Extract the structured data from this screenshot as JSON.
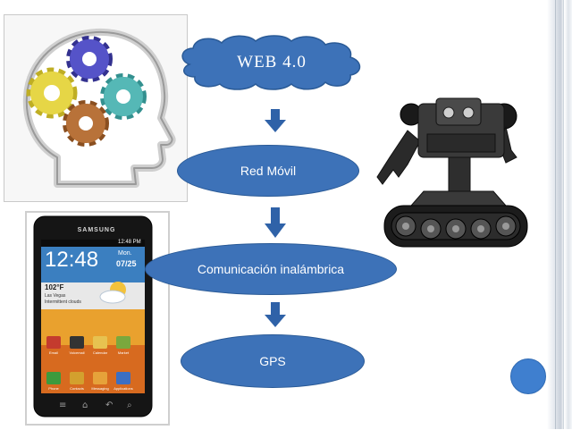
{
  "diagram": {
    "nodes": [
      {
        "id": "web40",
        "label": "WEB 4.0",
        "shape": "cloud"
      },
      {
        "id": "red-movil",
        "label": "Red Móvil",
        "shape": "ellipse"
      },
      {
        "id": "comunicacion",
        "label": "Comunicación inalámbrica",
        "shape": "ellipse"
      },
      {
        "id": "gps",
        "label": "GPS",
        "shape": "ellipse"
      }
    ],
    "edges": [
      {
        "from": "web40",
        "to": "red-movil"
      },
      {
        "from": "red-movil",
        "to": "comunicacion"
      },
      {
        "from": "comunicacion",
        "to": "gps"
      }
    ]
  },
  "phone": {
    "brand": "SAMSUNG",
    "status_time": "12:48 PM",
    "clock": "12:48",
    "date_day": "Mon.",
    "date_num": "07/25",
    "temperature": "102°F",
    "location": "Las Vegas",
    "weather_desc": "Intermittent clouds",
    "apps_row1": [
      "Email",
      "Voicemail",
      "Calendar",
      "Market"
    ],
    "apps_row2": [
      "Phone",
      "Contacts",
      "Messaging",
      "Applications"
    ]
  },
  "colors": {
    "node_fill": "#3d72b8",
    "node_stroke": "#2a5a96",
    "arrow": "#2f62a8",
    "accent_dot": "#3f7fcf"
  },
  "icons": [
    "head-gears-icon",
    "smartphone-icon",
    "robot-icon"
  ]
}
